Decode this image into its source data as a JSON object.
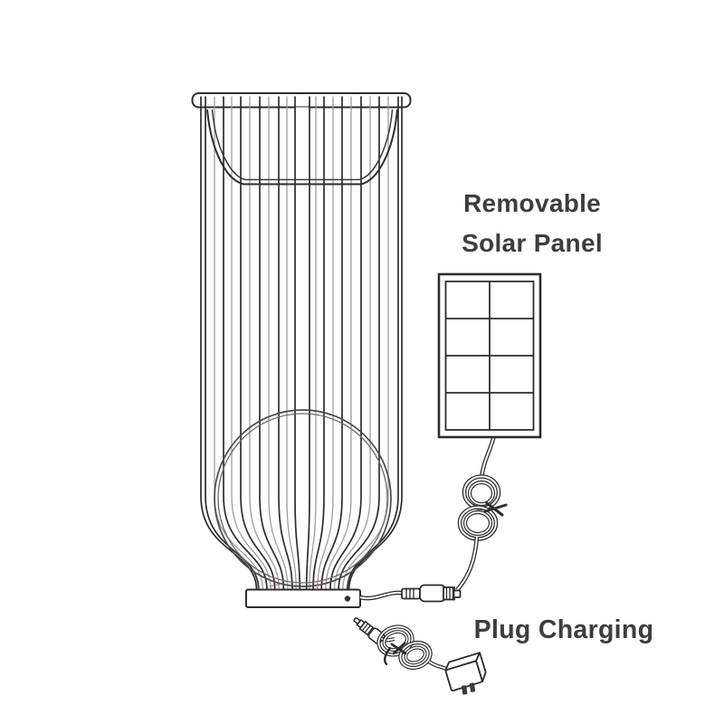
{
  "page": {
    "background": "#ffffff",
    "description_parts": [
      "wire-cage-lantern",
      "planter-basket",
      "globe-light",
      "base-bar",
      "solar-panel",
      "solar-cable-coil",
      "dc-connector",
      "plug-cable-coil",
      "power-adapter"
    ]
  },
  "labels": {
    "solar_panel": {
      "line1": "Removable",
      "line2": "Solar Panel"
    },
    "plug_charging": "Plug Charging"
  },
  "palette": {
    "line_dark": "#2d2d2d",
    "line_light": "#9a9a9a",
    "sphere_line": "#4a4a4a",
    "text": "#3d3d3d",
    "accent_mark": "#b85548",
    "background": "#ffffff"
  }
}
